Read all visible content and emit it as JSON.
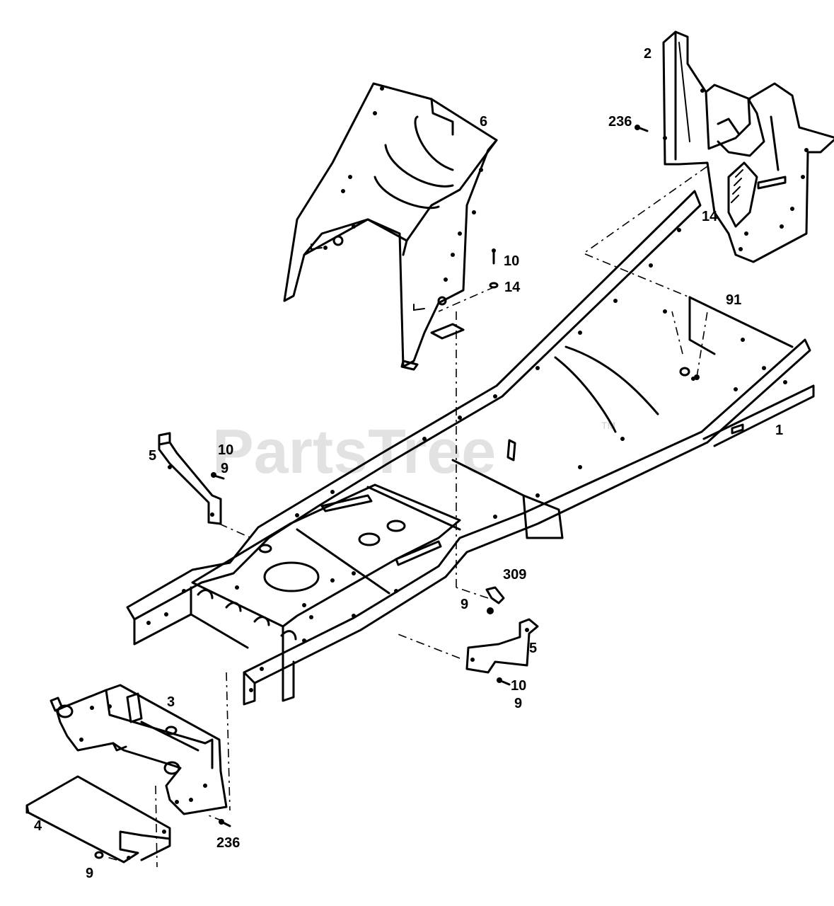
{
  "watermark": {
    "text": "PartsTree",
    "mark": "TM"
  },
  "callouts": {
    "c1": "1",
    "c2": "2",
    "c3": "3",
    "c4": "4",
    "c5a": "5",
    "c5b": "5",
    "c6": "6",
    "c9a": "9",
    "c9b": "9",
    "c9c": "9",
    "c9d": "9",
    "c10a": "10",
    "c10b": "10",
    "c10c": "10",
    "c14a": "14",
    "c14b": "14",
    "c91": "91",
    "c236a": "236",
    "c236b": "236",
    "c309": "309"
  }
}
